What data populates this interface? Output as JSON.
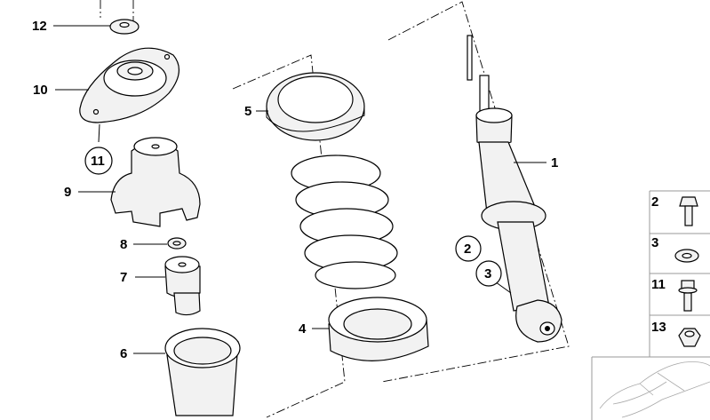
{
  "diagram": {
    "labels": {
      "p12": "12",
      "p10": "10",
      "p11": "11",
      "p9": "9",
      "p8": "8",
      "p7": "7",
      "p6": "6",
      "p5": "5",
      "p4": "4",
      "p1": "1",
      "p2": "2",
      "p3": "3"
    },
    "legend": [
      {
        "number": "2",
        "icon": "bolt"
      },
      {
        "number": "3",
        "icon": "washer"
      },
      {
        "number": "11",
        "icon": "flange-bolt"
      },
      {
        "number": "13",
        "icon": "nut"
      }
    ]
  }
}
